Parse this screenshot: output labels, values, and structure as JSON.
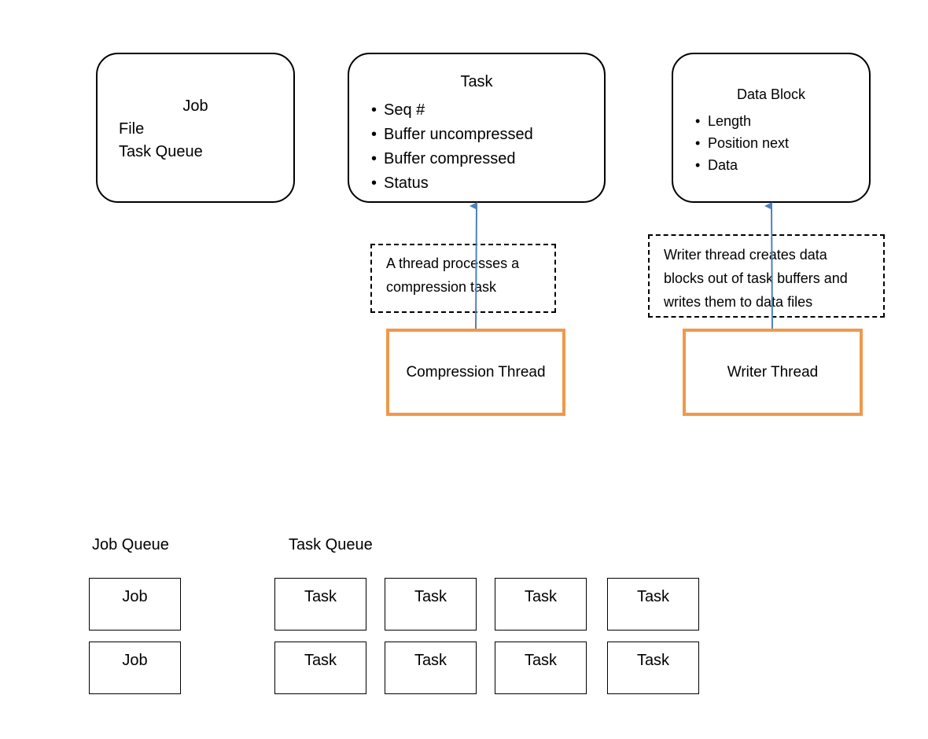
{
  "job_box": {
    "title": "Job",
    "lines": [
      "File",
      "Task Queue"
    ]
  },
  "task_box": {
    "title": "Task",
    "items": [
      "Seq #",
      "Buffer uncompressed",
      "Buffer compressed",
      "Status"
    ]
  },
  "data_block_box": {
    "title": "Data Block",
    "items": [
      "Length",
      "Position next",
      "Data"
    ]
  },
  "compression_note": {
    "lines": [
      "A thread processes a",
      "compression task"
    ]
  },
  "writer_note": {
    "lines": [
      "Writer thread creates data",
      "blocks out of task buffers and",
      "writes them to data files"
    ]
  },
  "compression_thread": {
    "label": "Compression Thread"
  },
  "writer_thread": {
    "label": "Writer Thread"
  },
  "job_queue": {
    "label": "Job Queue",
    "items": [
      "Job",
      "Job"
    ]
  },
  "task_queue": {
    "label": "Task Queue",
    "items": [
      "Task",
      "Task",
      "Task",
      "Task",
      "Task",
      "Task",
      "Task",
      "Task"
    ]
  },
  "colors": {
    "thread_border": "#f0994a",
    "arrow": "#4f81bd"
  }
}
